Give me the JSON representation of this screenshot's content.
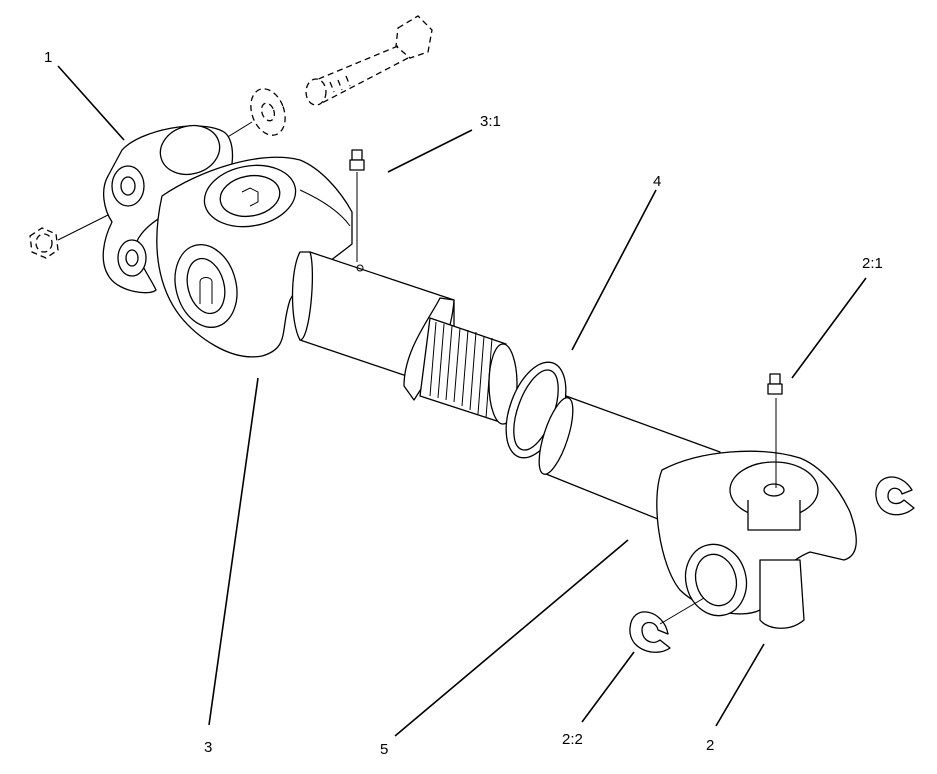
{
  "diagram": {
    "labels": {
      "l1": "1",
      "l3_1": "3:1",
      "l4": "4",
      "l2_1": "2:1",
      "l3": "3",
      "l5": "5",
      "l2_2": "2:2",
      "l2": "2"
    }
  }
}
